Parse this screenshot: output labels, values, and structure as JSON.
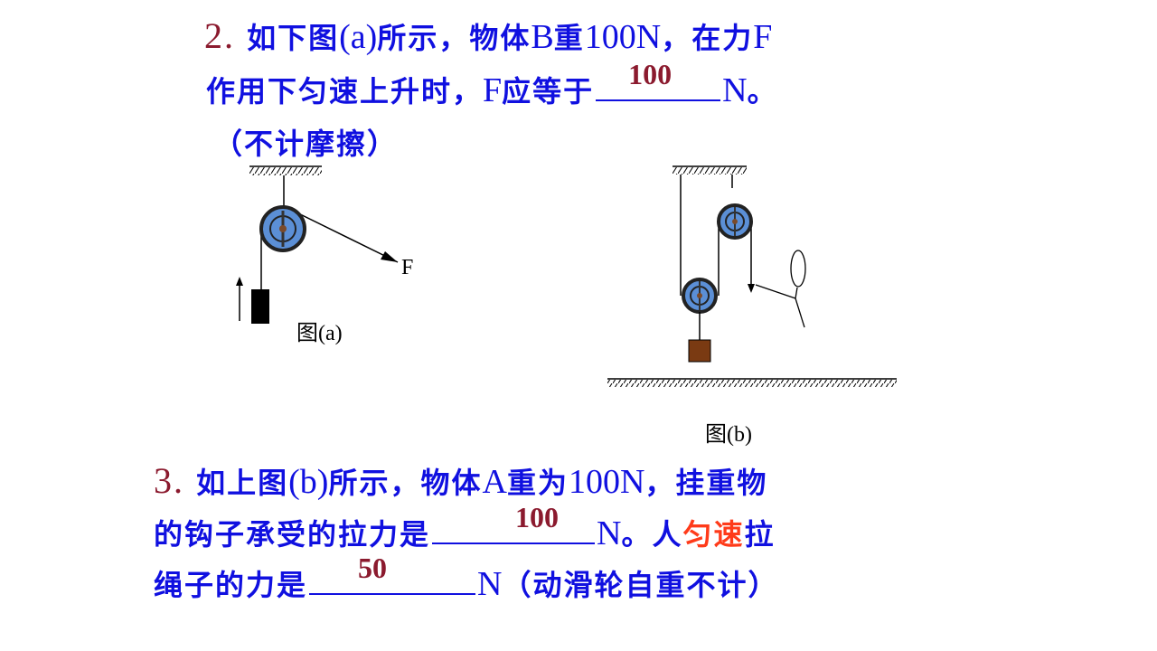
{
  "problem2": {
    "number": "2.",
    "line1": {
      "text_a": "如下图",
      "latin_a": "(a)",
      "text_b": "所示，物体",
      "latin_b": "B",
      "text_c": "重",
      "latin_c": "100N",
      "text_d": "，在力",
      "latin_d": "F"
    },
    "line2": {
      "text_a": "作用下匀速上升时，",
      "latin_a": "F",
      "text_b": "应等于",
      "answer": "100",
      "latin_b": "N",
      "text_c": "。"
    },
    "line3": "（不计摩擦）"
  },
  "figure_a": {
    "force_label": "F",
    "caption": "图(a)"
  },
  "figure_b": {
    "caption": "图(b)"
  },
  "problem3": {
    "number": "3.",
    "line1": {
      "text_a": "如上图",
      "latin_a": "(b)",
      "text_b": "所示，物体",
      "latin_b": "A",
      "text_c": "重为",
      "latin_c": "100N",
      "text_d": "，挂重物"
    },
    "line2": {
      "text_a": "的钩子承受的拉力是",
      "answer": "100",
      "latin_a": "N",
      "text_b": "。人",
      "highlight": "匀速",
      "text_c": "拉"
    },
    "line3": {
      "text_a": "绳子的力是",
      "answer": "50",
      "latin_a": "N",
      "text_b": "（动滑轮自重不计）"
    }
  },
  "colors": {
    "text": "#1010e0",
    "number": "#8b1a2e",
    "answer": "#8b1a2e",
    "highlight": "#ff3b1a",
    "pulley_fill": "#5b8fd6"
  }
}
